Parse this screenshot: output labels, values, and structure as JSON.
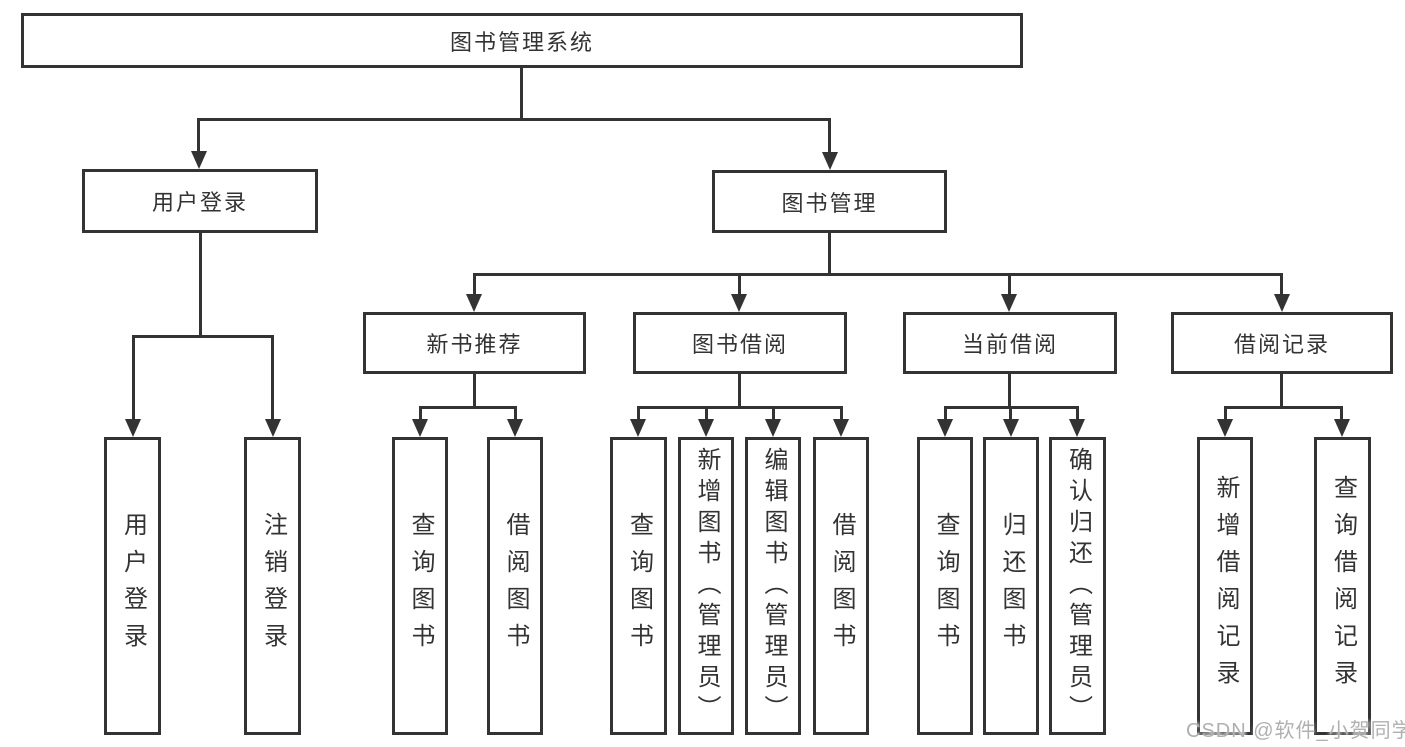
{
  "colors": {
    "line": "#333333",
    "text": "#333333",
    "watermark": "#b0b0b0",
    "background": "#ffffff"
  },
  "watermark": {
    "text": "CSDN @软件_小贺同学"
  },
  "diagram": {
    "type": "hierarchy-tree",
    "root": {
      "label": "图书管理系统"
    },
    "level2": [
      {
        "label": "用户登录",
        "parent": "图书管理系统"
      },
      {
        "label": "图书管理",
        "parent": "图书管理系统"
      }
    ],
    "level3": [
      {
        "label": "新书推荐",
        "parent": "图书管理"
      },
      {
        "label": "图书借阅",
        "parent": "图书管理"
      },
      {
        "label": "当前借阅",
        "parent": "图书管理"
      },
      {
        "label": "借阅记录",
        "parent": "图书管理"
      }
    ],
    "leaves": [
      {
        "label": "用户登录",
        "parent": "用户登录"
      },
      {
        "label": "注销登录",
        "parent": "用户登录"
      },
      {
        "label": "查询图书",
        "parent": "新书推荐"
      },
      {
        "label": "借阅图书",
        "parent": "新书推荐"
      },
      {
        "label": "查询图书",
        "parent": "图书借阅"
      },
      {
        "label": "新增图书（管理员）",
        "parent": "图书借阅"
      },
      {
        "label": "编辑图书（管理员）",
        "parent": "图书借阅"
      },
      {
        "label": "借阅图书",
        "parent": "图书借阅"
      },
      {
        "label": "查询图书",
        "parent": "当前借阅"
      },
      {
        "label": "归还图书",
        "parent": "当前借阅"
      },
      {
        "label": "确认归还（管理员）",
        "parent": "当前借阅"
      },
      {
        "label": "新增借阅记录",
        "parent": "借阅记录"
      },
      {
        "label": "查询借阅记录",
        "parent": "借阅记录"
      }
    ]
  }
}
